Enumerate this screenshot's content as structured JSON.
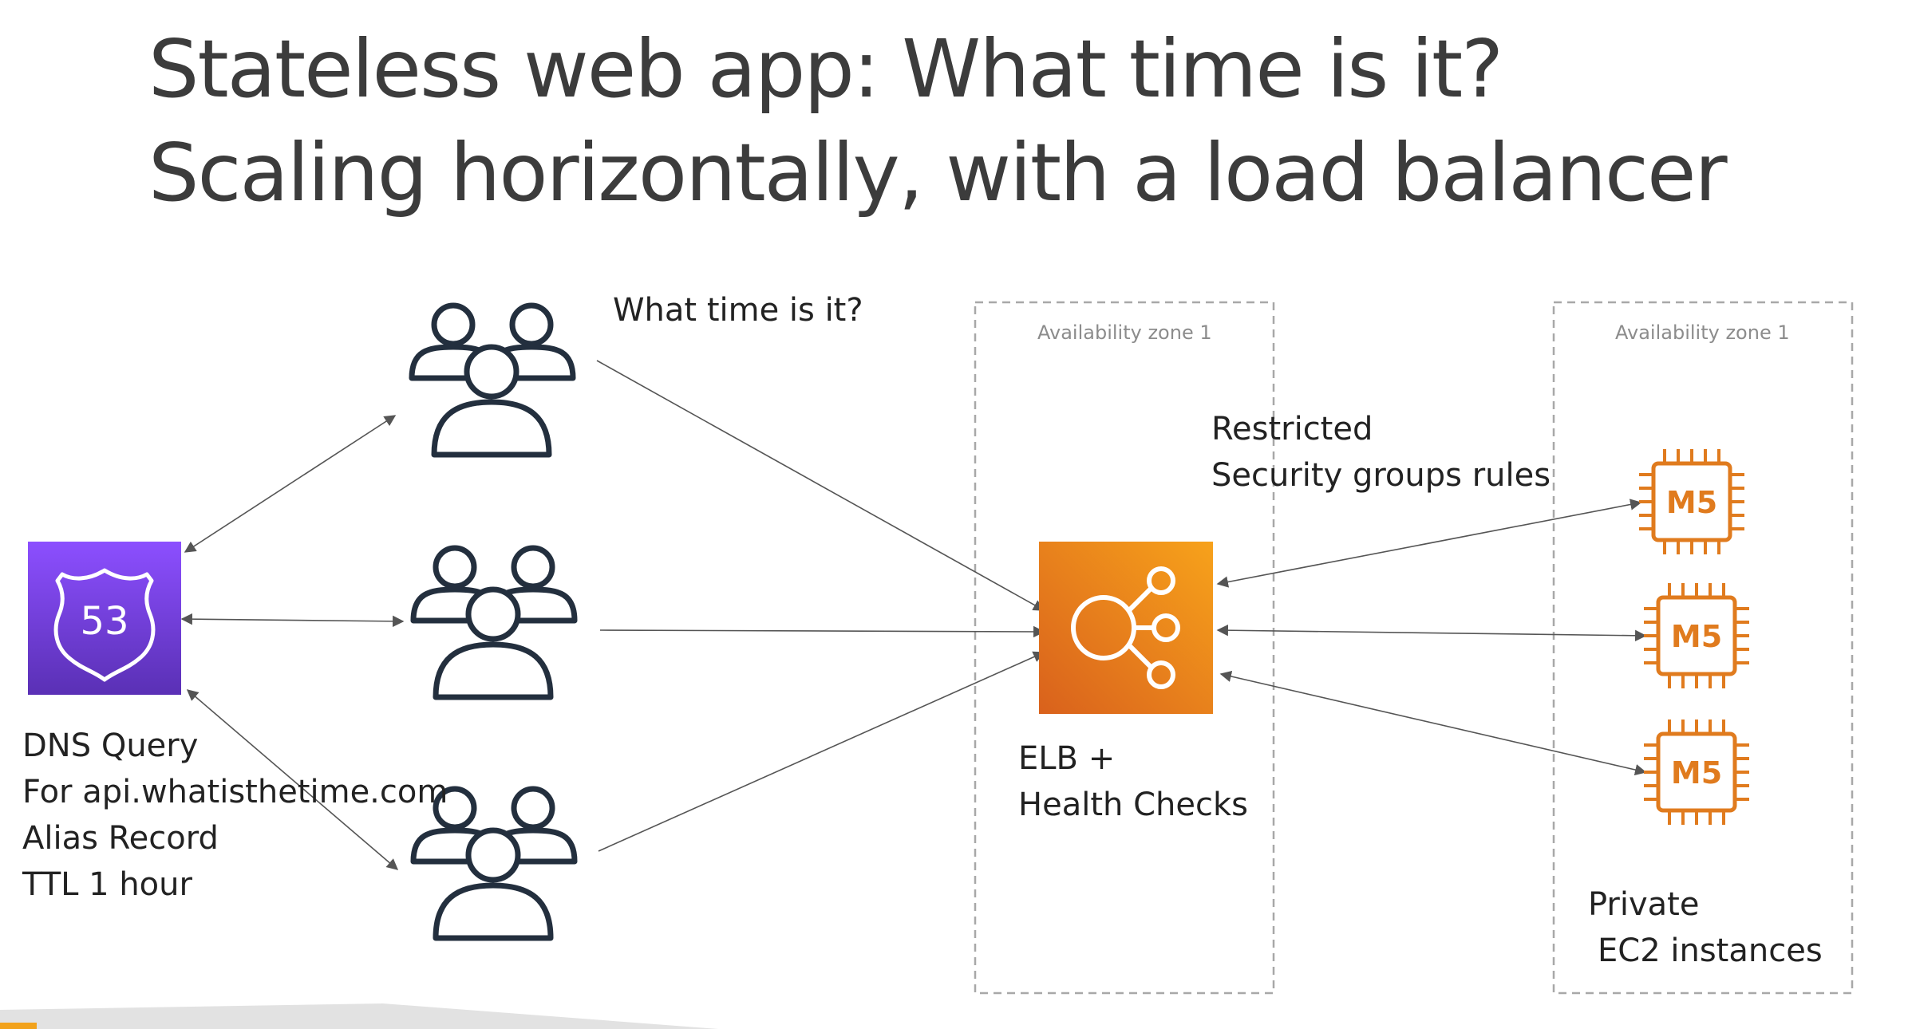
{
  "title": {
    "line1": "Stateless web app: What time is it?",
    "line2": "Scaling horizontally, with a load balancer"
  },
  "request_label": "What time is it?",
  "dns": {
    "icon_number": "53",
    "lines": [
      "DNS Query",
      "For api.whatisthetime.com",
      "Alias Record",
      "TTL 1 hour"
    ]
  },
  "zones": [
    {
      "label": "Availability zone 1"
    },
    {
      "label": "Availability zone 1"
    }
  ],
  "security_label": {
    "line1": "Restricted",
    "line2": "Security groups rules"
  },
  "elb": {
    "line1": "ELB +",
    "line2": "Health Checks"
  },
  "instances": [
    {
      "label": "M5"
    },
    {
      "label": "M5"
    },
    {
      "label": "M5"
    }
  ],
  "instances_label": {
    "line1": "Private",
    "line2": "EC2 instances"
  },
  "colors": {
    "route53_top": "#8c4fff",
    "route53_bottom": "#5a30b5",
    "elb_top": "#f7a21b",
    "elb_bottom": "#d9611c",
    "ec2_orange": "#e07b1e",
    "user_stroke": "#232f3e",
    "dashed_border": "#a8a8a8",
    "arrow": "#555555"
  },
  "icons": {
    "route53": "route53-shield-icon",
    "users": "users-group-icon",
    "elb": "elastic-load-balancer-icon",
    "ec2": "ec2-instance-chip-icon"
  }
}
